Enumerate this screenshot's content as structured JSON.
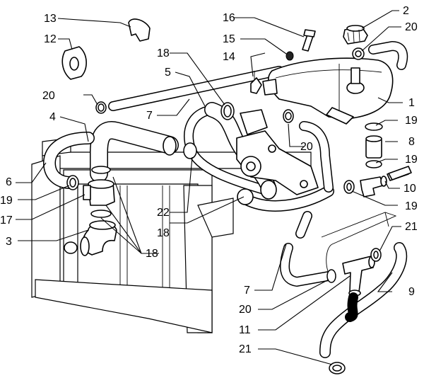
{
  "callouts": [
    {
      "id": "c1",
      "label": "1"
    },
    {
      "id": "c2",
      "label": "2"
    },
    {
      "id": "c3",
      "label": "3"
    },
    {
      "id": "c4",
      "label": "4"
    },
    {
      "id": "c5",
      "label": "5"
    },
    {
      "id": "c6",
      "label": "6"
    },
    {
      "id": "c7a",
      "label": "7"
    },
    {
      "id": "c7b",
      "label": "7"
    },
    {
      "id": "c8",
      "label": "8"
    },
    {
      "id": "c9",
      "label": "9"
    },
    {
      "id": "c10",
      "label": "10"
    },
    {
      "id": "c11",
      "label": "11"
    },
    {
      "id": "c12",
      "label": "12"
    },
    {
      "id": "c13",
      "label": "13"
    },
    {
      "id": "c14",
      "label": "14"
    },
    {
      "id": "c15",
      "label": "15"
    },
    {
      "id": "c16",
      "label": "16"
    },
    {
      "id": "c17",
      "label": "17"
    },
    {
      "id": "c18a",
      "label": "18"
    },
    {
      "id": "c18b",
      "label": "18"
    },
    {
      "id": "c18c",
      "label": "18"
    },
    {
      "id": "c19a",
      "label": "19"
    },
    {
      "id": "c19b",
      "label": "19"
    },
    {
      "id": "c19c",
      "label": "19"
    },
    {
      "id": "c19d",
      "label": "19"
    },
    {
      "id": "c20a",
      "label": "20"
    },
    {
      "id": "c20b",
      "label": "20"
    },
    {
      "id": "c20c",
      "label": "20"
    },
    {
      "id": "c20d",
      "label": "20"
    },
    {
      "id": "c21a",
      "label": "21"
    },
    {
      "id": "c21b",
      "label": "21"
    },
    {
      "id": "c22",
      "label": "22"
    }
  ]
}
